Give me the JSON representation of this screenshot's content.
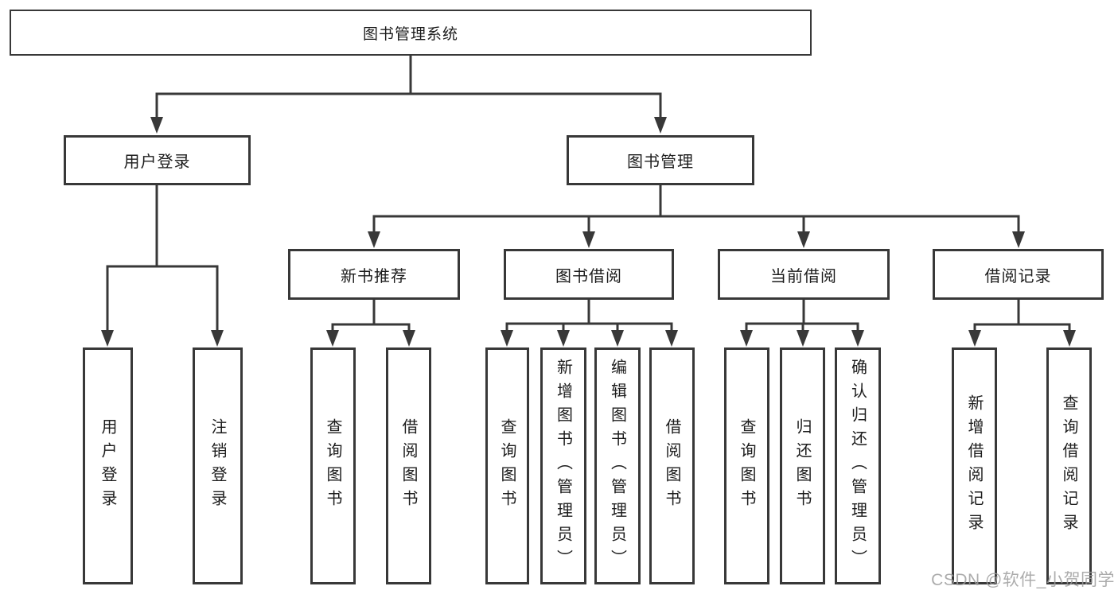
{
  "tree": {
    "label": "图书管理系统",
    "children": [
      {
        "label": "用户登录",
        "children": [
          {
            "label": "用户登录"
          },
          {
            "label": "注销登录"
          }
        ]
      },
      {
        "label": "图书管理",
        "children": [
          {
            "label": "新书推荐",
            "children": [
              {
                "label": "查询图书"
              },
              {
                "label": "借阅图书"
              }
            ]
          },
          {
            "label": "图书借阅",
            "children": [
              {
                "label": "查询图书"
              },
              {
                "label": "新增图书（管理员）"
              },
              {
                "label": "编辑图书（管理员）"
              },
              {
                "label": "借阅图书"
              }
            ]
          },
          {
            "label": "当前借阅",
            "children": [
              {
                "label": "查询图书"
              },
              {
                "label": "归还图书"
              },
              {
                "label": "确认归还（管理员）"
              }
            ]
          },
          {
            "label": "借阅记录",
            "children": [
              {
                "label": "新增借阅记录"
              },
              {
                "label": "查询借阅记录"
              }
            ]
          }
        ]
      }
    ]
  },
  "watermark": {
    "text": "CSDN @软件_小贺同学"
  },
  "colors": {
    "line": "#383838",
    "box_border": "#383838",
    "text": "#1c1c1c",
    "background": "#ffffff",
    "watermark": "#9e9e9e"
  }
}
